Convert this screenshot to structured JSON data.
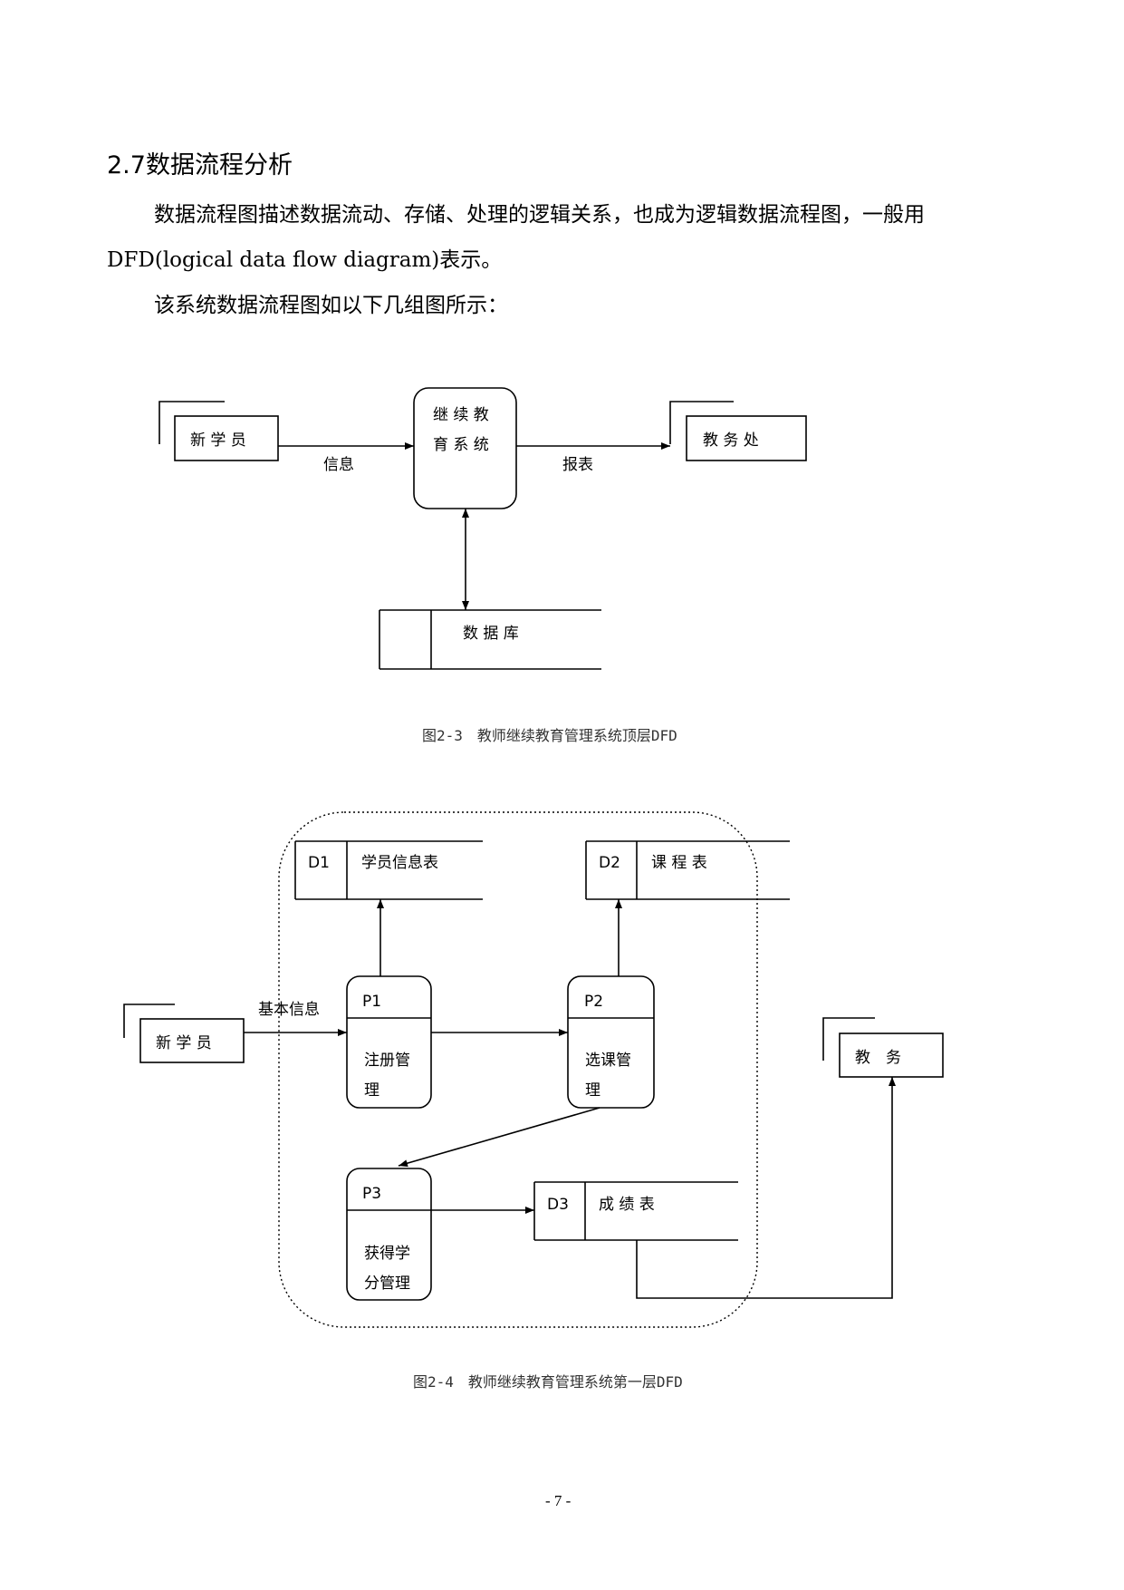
{
  "section": {
    "heading": "2.7数据流程分析",
    "para1_line1": "数据流程图描述数据流动、存储、处理的逻辑关系，也成为逻辑数据流程图，一般用",
    "para1_line2": "DFD(logical data flow diagram)表示。",
    "para2": "该系统数据流程图如以下几组图所示："
  },
  "figure1": {
    "entity_left": "新 学 员",
    "process_line1": "继 续 教",
    "process_line2": "育 系 统",
    "entity_right": "教 务 处",
    "flow_in": "信息",
    "flow_out": "报表",
    "store": "数 据 库",
    "caption": "图2-3　教师继续教育管理系统顶层DFD"
  },
  "figure2": {
    "entity_left": "新 学 员",
    "entity_right": "教　务",
    "flow_in": "基本信息",
    "d1_id": "D1",
    "d1_name": "学员信息表",
    "d2_id": "D2",
    "d2_name": "课 程 表",
    "d3_id": "D3",
    "d3_name": "成 绩 表",
    "p1_id": "P1",
    "p1_line1": "注册管",
    "p1_line2": "理",
    "p2_id": "P2",
    "p2_line1": "选课管",
    "p2_line2": "理",
    "p3_id": "P3",
    "p3_line1": "获得学",
    "p3_line2": "分管理",
    "caption": "图2-4　教师继续教育管理系统第一层DFD"
  },
  "page_number": "- 7 -"
}
